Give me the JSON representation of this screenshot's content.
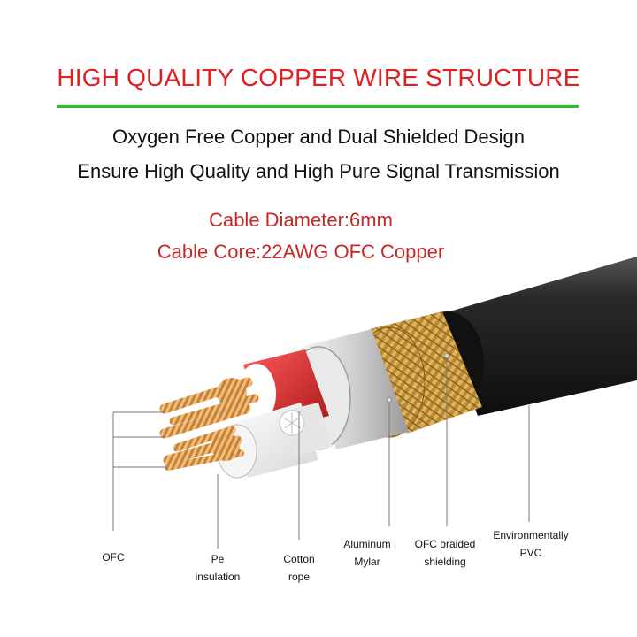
{
  "header": {
    "title": "HIGH QUALITY COPPER WIRE STRUCTURE",
    "subtitle_line1": "Oxygen Free Copper and Dual Shielded Design",
    "subtitle_line2": "Ensure High Quality and High Pure Signal Transmission"
  },
  "specs": {
    "diameter": "Cable Diameter:6mm",
    "core": "Cable Core:22AWG OFC Copper"
  },
  "labels": {
    "ofc": "OFC",
    "pe_line1": "Pe",
    "pe_line2": "insulation",
    "cotton_line1": "Cotton",
    "cotton_line2": "rope",
    "alu_line1": "Aluminum",
    "alu_line2": "Mylar",
    "braid_line1": "OFC braided",
    "braid_line2": "shielding",
    "pvc_line1": "Environmentally",
    "pvc_line2": "PVC"
  },
  "colors": {
    "title_red": "#e02020",
    "accent_green": "#22c322",
    "spec_red": "#c62828",
    "jacket_black": "#1c1c1c",
    "braid_gold": "#c9973a",
    "foil_silver": "#c8c8c8",
    "insulation_red": "#d42a2a",
    "copper": "#d99a4e"
  },
  "icons": [
    "copper-strand-icon",
    "cable-cross-section-icon"
  ]
}
